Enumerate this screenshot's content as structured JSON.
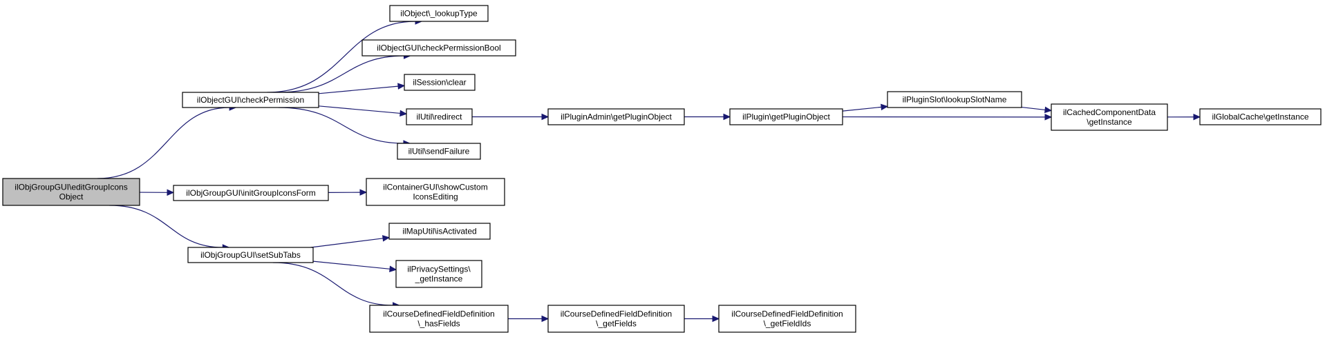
{
  "graph": {
    "nodes": [
      {
        "id": "root",
        "lines": [
          "ilObjGroupGUI\\editGroupIcons",
          "Object"
        ],
        "highlight": true
      },
      {
        "id": "checkPermission",
        "lines": [
          "ilObjectGUI\\checkPermission"
        ]
      },
      {
        "id": "initGroupIconsForm",
        "lines": [
          "ilObjGroupGUI\\initGroupIconsForm"
        ]
      },
      {
        "id": "setSubTabs",
        "lines": [
          "ilObjGroupGUI\\setSubTabs"
        ]
      },
      {
        "id": "lookupType",
        "lines": [
          "ilObject\\_lookupType"
        ]
      },
      {
        "id": "checkPermissionBool",
        "lines": [
          "ilObjectGUI\\checkPermissionBool"
        ]
      },
      {
        "id": "sessionClear",
        "lines": [
          "ilSession\\clear"
        ]
      },
      {
        "id": "redirect",
        "lines": [
          "ilUtil\\redirect"
        ]
      },
      {
        "id": "sendFailure",
        "lines": [
          "ilUtil\\sendFailure"
        ]
      },
      {
        "id": "showCustomIconsEditing",
        "lines": [
          "ilContainerGUI\\showCustom",
          "IconsEditing"
        ]
      },
      {
        "id": "isActivated",
        "lines": [
          "ilMapUtil\\isActivated"
        ]
      },
      {
        "id": "privacyGetInstance",
        "lines": [
          "ilPrivacySettings\\",
          "_getInstance"
        ]
      },
      {
        "id": "hasFields",
        "lines": [
          "ilCourseDefinedFieldDefinition",
          "\\_hasFields"
        ]
      },
      {
        "id": "adminGetPluginObject",
        "lines": [
          "ilPluginAdmin\\getPluginObject"
        ]
      },
      {
        "id": "getFields",
        "lines": [
          "ilCourseDefinedFieldDefinition",
          "\\_getFields"
        ]
      },
      {
        "id": "pluginGetPluginObject",
        "lines": [
          "ilPlugin\\getPluginObject"
        ]
      },
      {
        "id": "getFieldIds",
        "lines": [
          "ilCourseDefinedFieldDefinition",
          "\\_getFieldIds"
        ]
      },
      {
        "id": "lookupSlotName",
        "lines": [
          "ilPluginSlot\\lookupSlotName"
        ]
      },
      {
        "id": "cachedGetInstance",
        "lines": [
          "ilCachedComponentData",
          "\\getInstance"
        ]
      },
      {
        "id": "globalCacheGetInstance",
        "lines": [
          "ilGlobalCache\\getInstance"
        ]
      }
    ],
    "edges": [
      [
        "root",
        "checkPermission"
      ],
      [
        "root",
        "initGroupIconsForm"
      ],
      [
        "root",
        "setSubTabs"
      ],
      [
        "checkPermission",
        "lookupType"
      ],
      [
        "checkPermission",
        "checkPermissionBool"
      ],
      [
        "checkPermission",
        "sessionClear"
      ],
      [
        "checkPermission",
        "redirect"
      ],
      [
        "checkPermission",
        "sendFailure"
      ],
      [
        "initGroupIconsForm",
        "showCustomIconsEditing"
      ],
      [
        "setSubTabs",
        "isActivated"
      ],
      [
        "setSubTabs",
        "privacyGetInstance"
      ],
      [
        "setSubTabs",
        "hasFields"
      ],
      [
        "redirect",
        "adminGetPluginObject"
      ],
      [
        "hasFields",
        "getFields"
      ],
      [
        "adminGetPluginObject",
        "pluginGetPluginObject"
      ],
      [
        "getFields",
        "getFieldIds"
      ],
      [
        "pluginGetPluginObject",
        "lookupSlotName"
      ],
      [
        "pluginGetPluginObject",
        "cachedGetInstance"
      ],
      [
        "lookupSlotName",
        "cachedGetInstance"
      ],
      [
        "cachedGetInstance",
        "globalCacheGetInstance"
      ]
    ]
  }
}
